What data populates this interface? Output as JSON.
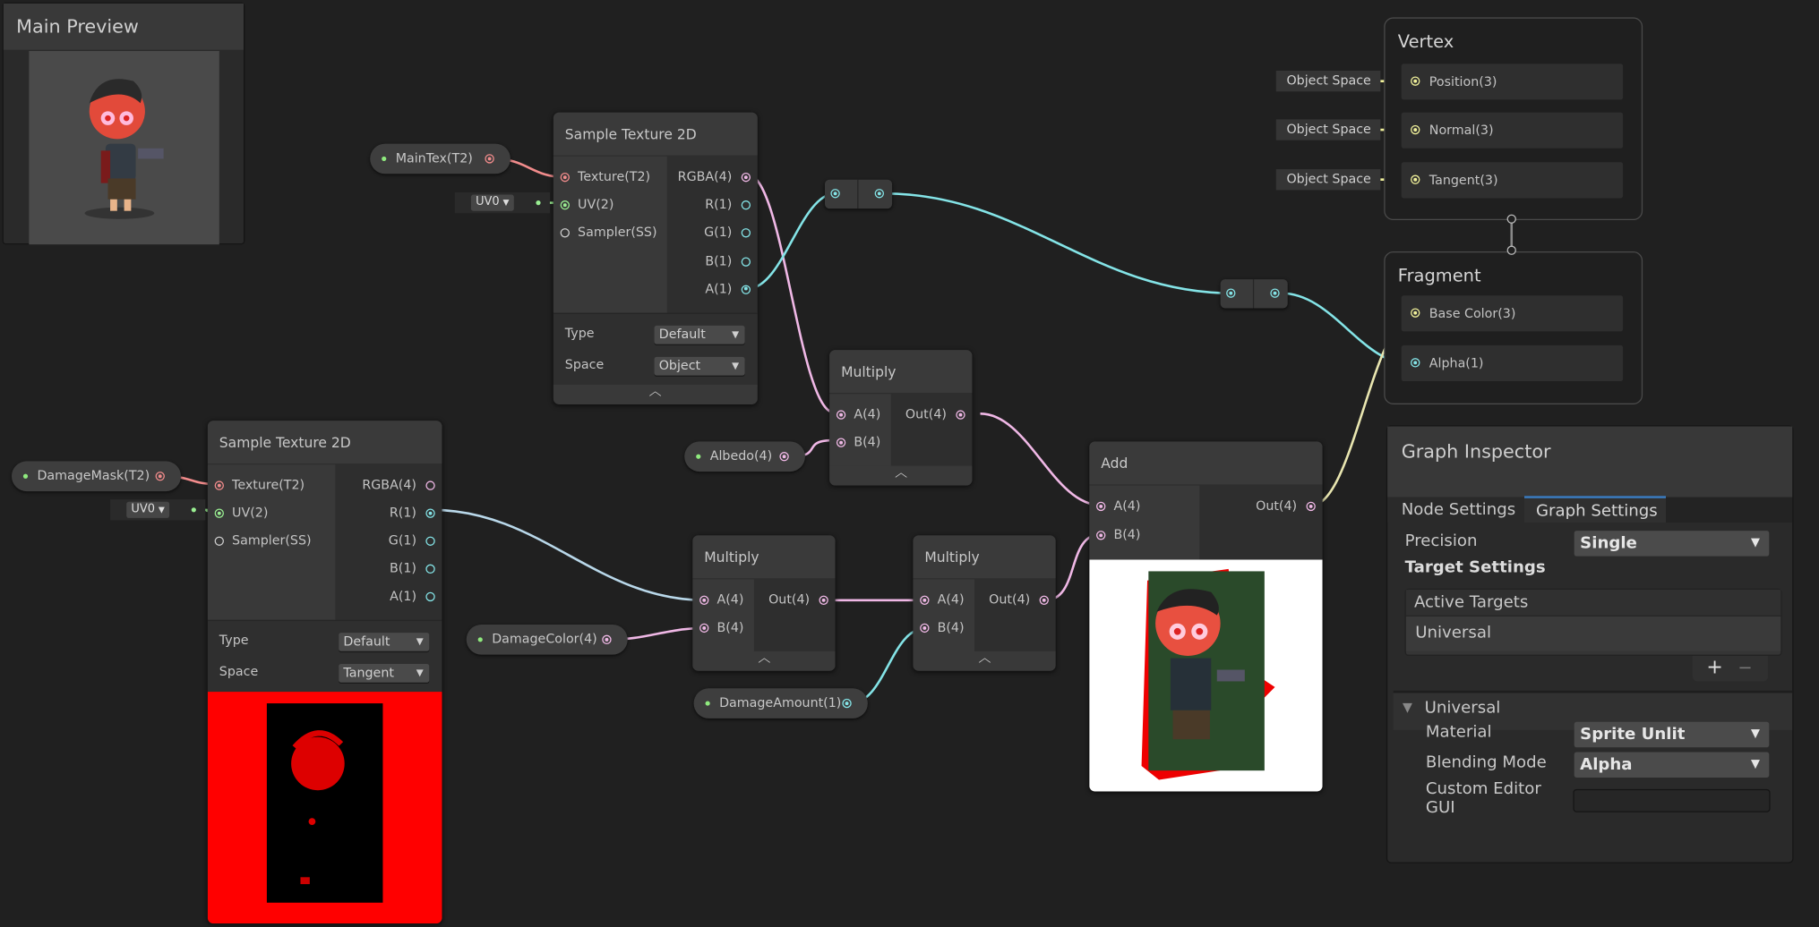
{
  "main_preview": {
    "title": "Main Preview"
  },
  "port_colors": {
    "texture": "#f28c8c",
    "uv": "#9aef92",
    "sampler": "#cccccc",
    "vector4": "#f0b8e6",
    "float": "#84e4e7",
    "vector3": "#f1f19a"
  },
  "nodes": [
    {
      "title": "Sample Texture 2D",
      "inputs": [
        {
          "label": "Texture(T2)",
          "type": "texture",
          "connected": true
        },
        {
          "label": "UV(2)",
          "type": "uv",
          "connected": true
        },
        {
          "label": "Sampler(SS)",
          "type": "sampler",
          "connected": false
        }
      ],
      "outputs": [
        {
          "label": "RGBA(4)",
          "type": "vector4",
          "connected": true
        },
        {
          "label": "R(1)",
          "type": "float",
          "connected": false
        },
        {
          "label": "G(1)",
          "type": "float",
          "connected": false
        },
        {
          "label": "B(1)",
          "type": "float",
          "connected": false
        },
        {
          "label": "A(1)",
          "type": "float",
          "connected": true
        }
      ],
      "controls": [
        {
          "label": "Type",
          "value": "Default"
        },
        {
          "label": "Space",
          "value": "Object"
        }
      ]
    },
    {
      "title": "Sample Texture 2D",
      "inputs": [
        {
          "label": "Texture(T2)",
          "type": "texture",
          "connected": true
        },
        {
          "label": "UV(2)",
          "type": "uv",
          "connected": true
        },
        {
          "label": "Sampler(SS)",
          "type": "sampler",
          "connected": false
        }
      ],
      "outputs": [
        {
          "label": "RGBA(4)",
          "type": "vector4",
          "connected": false
        },
        {
          "label": "R(1)",
          "type": "float",
          "connected": true
        },
        {
          "label": "G(1)",
          "type": "float",
          "connected": false
        },
        {
          "label": "B(1)",
          "type": "float",
          "connected": false
        },
        {
          "label": "A(1)",
          "type": "float",
          "connected": false
        }
      ],
      "controls": [
        {
          "label": "Type",
          "value": "Default"
        },
        {
          "label": "Space",
          "value": "Tangent"
        }
      ]
    },
    {
      "title": "Multiply",
      "inputs": [
        {
          "label": "A(4)",
          "type": "vector4",
          "connected": true
        },
        {
          "label": "B(4)",
          "type": "vector4",
          "connected": true
        }
      ],
      "outputs": [
        {
          "label": "Out(4)",
          "type": "vector4",
          "connected": true
        }
      ],
      "controls": []
    },
    {
      "title": "Multiply",
      "inputs": [
        {
          "label": "A(4)",
          "type": "vector4",
          "connected": true
        },
        {
          "label": "B(4)",
          "type": "vector4",
          "connected": true
        }
      ],
      "outputs": [
        {
          "label": "Out(4)",
          "type": "vector4",
          "connected": true
        }
      ],
      "controls": []
    },
    {
      "title": "Multiply",
      "inputs": [
        {
          "label": "A(4)",
          "type": "vector4",
          "connected": true
        },
        {
          "label": "B(4)",
          "type": "vector4",
          "connected": true
        }
      ],
      "outputs": [
        {
          "label": "Out(4)",
          "type": "vector4",
          "connected": true
        }
      ],
      "controls": []
    },
    {
      "title": "Add",
      "inputs": [
        {
          "label": "A(4)",
          "type": "vector4",
          "connected": true
        },
        {
          "label": "B(4)",
          "type": "vector4",
          "connected": true
        }
      ],
      "outputs": [
        {
          "label": "Out(4)",
          "type": "vector4",
          "connected": true
        }
      ],
      "controls": []
    }
  ],
  "properties": [
    {
      "label": "MainTex(T2)",
      "type": "texture"
    },
    {
      "label": "DamageMask(T2)",
      "type": "texture"
    },
    {
      "label": "Albedo(4)",
      "type": "vector4"
    },
    {
      "label": "DamageColor(4)",
      "type": "vector4"
    },
    {
      "label": "DamageAmount(1)",
      "type": "float"
    }
  ],
  "uv_chips": [
    "UV0",
    "UV0"
  ],
  "vertex": {
    "title": "Vertex",
    "slots": [
      {
        "label": "Position(3)",
        "default": "Object Space"
      },
      {
        "label": "Normal(3)",
        "default": "Object Space"
      },
      {
        "label": "Tangent(3)",
        "default": "Object Space"
      }
    ]
  },
  "fragment": {
    "title": "Fragment",
    "slots": [
      {
        "label": "Base Color(3)",
        "type": "vector3"
      },
      {
        "label": "Alpha(1)",
        "type": "float"
      }
    ]
  },
  "inspector": {
    "title": "Graph Inspector",
    "tabs": [
      "Node Settings",
      "Graph Settings"
    ],
    "active_tab": "Graph Settings",
    "precision_label": "Precision",
    "precision_value": "Single",
    "target_settings": "Target Settings",
    "active_targets_header": "Active Targets",
    "active_targets": [
      "Universal"
    ],
    "add_label": "+",
    "remove_label": "−",
    "universal_header": "Universal",
    "material_label": "Material",
    "material_value": "Sprite Unlit",
    "blending_label": "Blending Mode",
    "blending_value": "Alpha",
    "custom_gui_label": "Custom Editor GUI",
    "custom_gui_value": ""
  }
}
